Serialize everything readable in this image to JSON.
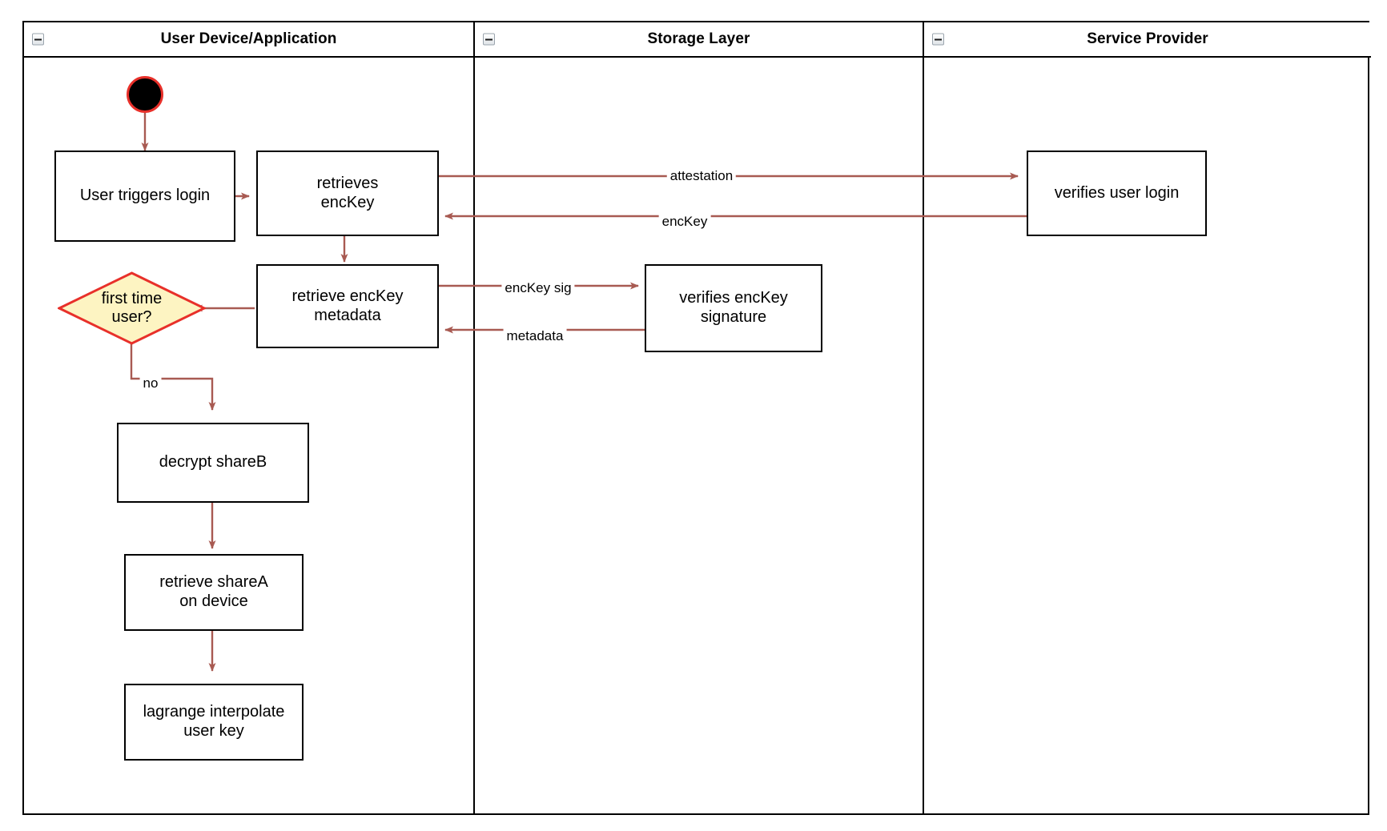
{
  "diagram": {
    "type": "swimlane-activity-diagram",
    "lanes": [
      {
        "title": "User Device/Application",
        "collapse_icon": "minus-box-icon"
      },
      {
        "title": "Storage Layer",
        "collapse_icon": "minus-box-icon"
      },
      {
        "title": "Service Provider",
        "collapse_icon": "minus-box-icon"
      }
    ],
    "nodes": {
      "start": {
        "shape": "start-circle",
        "label": ""
      },
      "user_triggers_login": {
        "label": "User triggers login",
        "shape": "rect",
        "lane": "User Device/Application"
      },
      "retrieves_enckey": {
        "label": "retrieves\nencKey",
        "shape": "rect",
        "lane": "User Device/Application"
      },
      "retrieve_enckey_metadata": {
        "label": "retrieve encKey\nmetadata",
        "shape": "rect",
        "lane": "User Device/Application"
      },
      "first_time_user": {
        "label": "first time\nuser?",
        "shape": "diamond",
        "lane": "User Device/Application"
      },
      "decrypt_shareb": {
        "label": "decrypt shareB",
        "shape": "rect",
        "lane": "User Device/Application"
      },
      "retrieve_sharea": {
        "label": "retrieve shareA\non device",
        "shape": "rect",
        "lane": "User Device/Application"
      },
      "lagrange_interpolate": {
        "label": "lagrange interpolate\nuser key",
        "shape": "rect",
        "lane": "User Device/Application"
      },
      "verifies_enckey_signature": {
        "label": "verifies encKey\nsignature",
        "shape": "rect",
        "lane": "Storage Layer"
      },
      "verifies_user_login": {
        "label": "verifies user login",
        "shape": "rect",
        "lane": "Service Provider"
      }
    },
    "edge_labels": {
      "attestation": "attestation",
      "enckey": "encKey",
      "enckey_sig": "encKey sig",
      "metadata": "metadata",
      "no": "no"
    },
    "colors": {
      "edge": "#a85a52",
      "node_border": "#000000",
      "decision_fill": "#fdf4c2",
      "decision_border": "#e8302a",
      "start_fill": "#000000",
      "start_border": "#e8302a",
      "background": "#ffffff",
      "lane_border": "#000000"
    }
  }
}
